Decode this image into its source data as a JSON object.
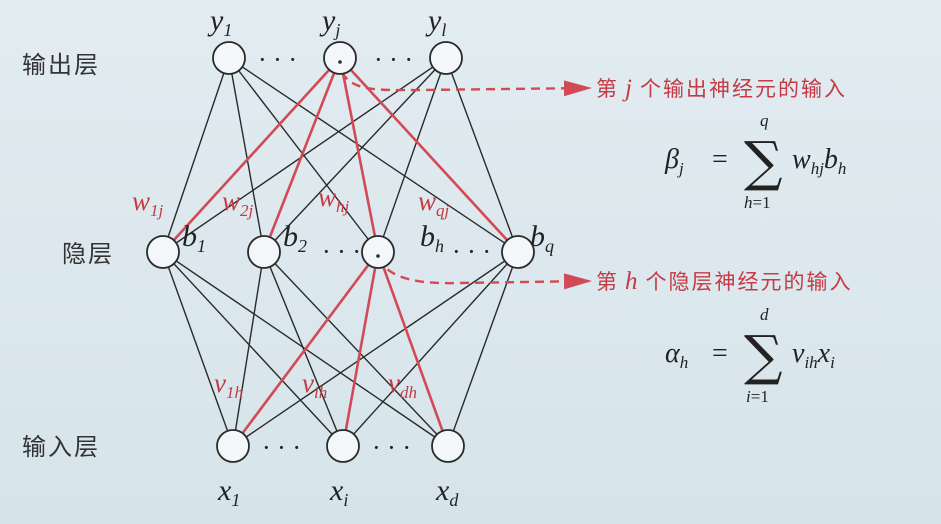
{
  "layers": {
    "output_label": "输出层",
    "hidden_label": "隐层",
    "input_label": "输入层"
  },
  "output_nodes": [
    {
      "base": "y",
      "sub": "1"
    },
    {
      "base": "y",
      "sub": "j"
    },
    {
      "base": "y",
      "sub": "l"
    }
  ],
  "hidden_nodes": [
    {
      "base": "b",
      "sub": "1"
    },
    {
      "base": "b",
      "sub": "2"
    },
    {
      "base": "b",
      "sub": "h"
    },
    {
      "base": "b",
      "sub": "q"
    }
  ],
  "input_nodes": [
    {
      "base": "x",
      "sub": "1"
    },
    {
      "base": "x",
      "sub": "i"
    },
    {
      "base": "x",
      "sub": "d"
    }
  ],
  "ellipsis": "· · ·",
  "hidden_weights": [
    {
      "base": "w",
      "sub": "1j"
    },
    {
      "base": "w",
      "sub": "2j"
    },
    {
      "base": "w",
      "sub": "hj"
    },
    {
      "base": "w",
      "sub": "qj"
    }
  ],
  "input_weights": [
    {
      "base": "v",
      "sub": "1h"
    },
    {
      "base": "v",
      "sub": "ih"
    },
    {
      "base": "v",
      "sub": "dh"
    }
  ],
  "annotations": {
    "output": {
      "prefix": "第",
      "var": "j",
      "suffix": "个输出神经元的输入",
      "lhs_base": "β",
      "lhs_sub": "j",
      "eq": "=",
      "upper": "q",
      "lower_var": "h",
      "lower_rest": "=1",
      "term1_base": "w",
      "term1_sub": "hj",
      "term2_base": "b",
      "term2_sub": "h"
    },
    "hidden": {
      "prefix": "第",
      "var": "h",
      "suffix": "个隐层神经元的输入",
      "lhs_base": "α",
      "lhs_sub": "h",
      "eq": "=",
      "upper": "d",
      "lower_var": "i",
      "lower_rest": "=1",
      "term1_base": "v",
      "term1_sub": "ih",
      "term2_base": "x",
      "term2_sub": "i"
    }
  },
  "sum_symbol": "∑",
  "colors": {
    "highlight": "#d24a55",
    "edge": "#2a2a2a",
    "background": "#dce8ee"
  }
}
